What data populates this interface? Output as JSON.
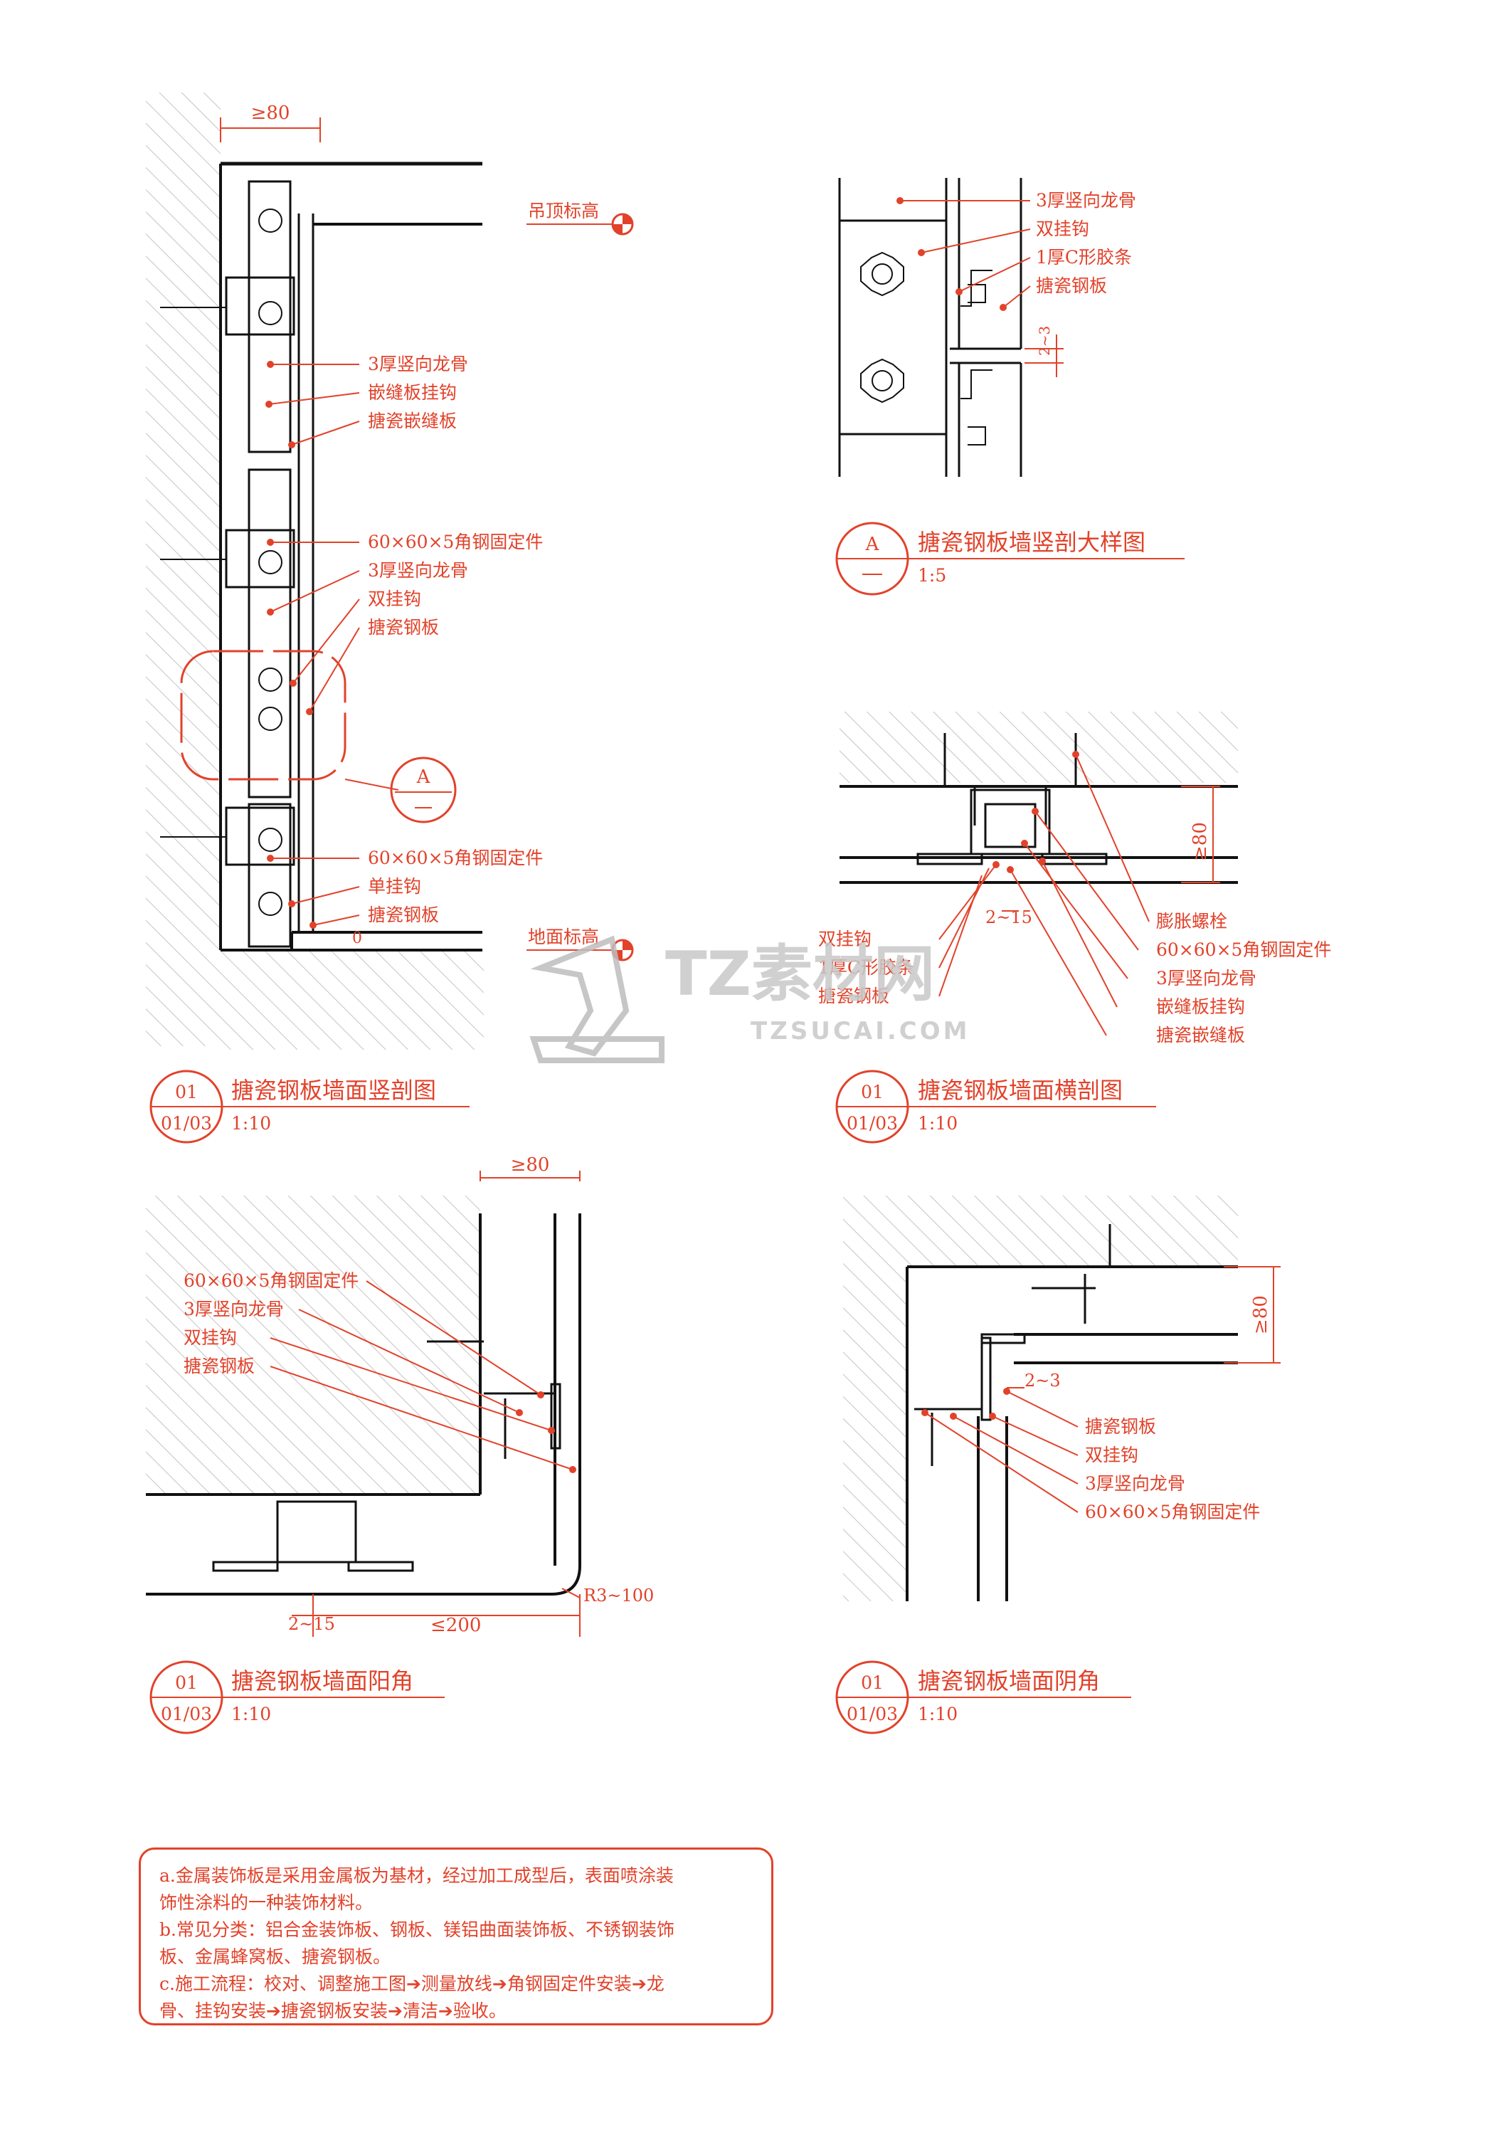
{
  "colors": {
    "accent": "#e2422a",
    "line": "#111111",
    "hatch": "#bdbdbd",
    "watermark": "#c9c9c9"
  },
  "detail_vertical": {
    "title": "搪瓷钢板墙面竖剖图",
    "number": "01",
    "sheet": "01/03",
    "scale": "1:10",
    "dim_top": "≥80",
    "gap": "0",
    "level_ceiling": "吊顶标高",
    "level_floor": "地面标高",
    "group1": [
      "3厚竖向龙骨",
      "嵌缝板挂钩",
      "搪瓷嵌缝板"
    ],
    "group2": [
      "60×60×5角钢固定件",
      "3厚竖向龙骨",
      "双挂钩",
      "搪瓷钢板"
    ],
    "group3": [
      "60×60×5角钢固定件",
      "单挂钩",
      "搪瓷钢板"
    ],
    "callout": "A"
  },
  "detail_a": {
    "title": "搪瓷钢板墙竖剖大样图",
    "tag": "A",
    "scale": "1:5",
    "labels": [
      "3厚竖向龙骨",
      "双挂钩",
      "1厚C形胶条",
      "搪瓷钢板"
    ],
    "dim": "2~3"
  },
  "detail_horizontal": {
    "title": "搪瓷钢板墙面横剖图",
    "number": "01",
    "sheet": "01/03",
    "scale": "1:10",
    "dim_right": "≥80",
    "dim_gap": "2~15",
    "labels_left": [
      "双挂钩",
      "1厚C形胶条",
      "搪瓷钢板"
    ],
    "labels_right": [
      "膨胀螺栓",
      "60×60×5角钢固定件",
      "3厚竖向龙骨",
      "嵌缝板挂钩",
      "搪瓷嵌缝板"
    ]
  },
  "detail_outer": {
    "title": "搪瓷钢板墙面阳角",
    "number": "01",
    "sheet": "01/03",
    "scale": "1:10",
    "dim_top": "≥80",
    "dim_gap": "2~15",
    "dim_len": "≤200",
    "radius": "R3~100",
    "labels": [
      "60×60×5角钢固定件",
      "3厚竖向龙骨",
      "双挂钩",
      "搪瓷钢板"
    ]
  },
  "detail_inner": {
    "title": "搪瓷钢板墙面阴角",
    "number": "01",
    "sheet": "01/03",
    "scale": "1:10",
    "dim_right": "≥80",
    "dim_gap": "2~3",
    "labels": [
      "搪瓷钢板",
      "双挂钩",
      "3厚竖向龙骨",
      "60×60×5角钢固定件"
    ]
  },
  "watermark": {
    "brand": "TZ素材网",
    "url": "TZSUCAI.COM"
  },
  "notes": [
    "a.金属装饰板是采用金属板为基材，经过加工成型后，表面喷涂装",
    "饰性涂料的一种装饰材料。",
    "b.常见分类：铝合金装饰板、钢板、镁铝曲面装饰板、不锈钢装饰",
    "板、金属蜂窝板、搪瓷钢板。",
    "c.施工流程：校对、调整施工图➔测量放线➔角钢固定件安装➔龙",
    "骨、挂钩安装➔搪瓷钢板安装➔清洁➔验收。"
  ]
}
